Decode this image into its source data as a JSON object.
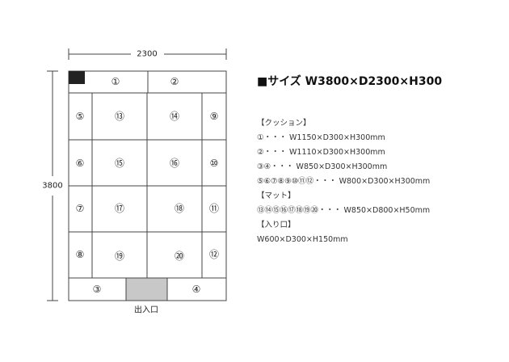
{
  "dimensions": {
    "width_label": "2300",
    "height_label": "3800"
  },
  "entrance_label": "出入口",
  "cushion_labels": [
    "①",
    "②",
    "③",
    "④",
    "⑤",
    "⑥",
    "⑦",
    "⑧",
    "⑨",
    "⑩",
    "⑪",
    "⑫"
  ],
  "mat_labels": [
    "⑬",
    "⑭",
    "⑮",
    "⑯",
    "⑰",
    "⑱",
    "⑲",
    "⑳"
  ],
  "colors": {
    "corner_block": "#222222",
    "entrance": "#c8c8c8",
    "line": "#444444"
  },
  "spec": {
    "title": "■サイズ W3800×D2300×H300",
    "sections": [
      {
        "header": "【クッション】",
        "lines": [
          "①・・・ W1150×D300×H300mm",
          "②・・・ W1110×D300×H300mm",
          "③④・・・ W850×D300×H300mm",
          "⑤⑥⑦⑧⑨⑩⑪⑫・・・ W800×D300×H300mm"
        ]
      },
      {
        "header": "【マット】",
        "lines": [
          "⑬⑭⑮⑯⑰⑱⑲⑳・・・ W850×D800×H50mm"
        ]
      },
      {
        "header": "【入り口】",
        "lines": [
          "W600×D300×H150mm"
        ]
      }
    ]
  }
}
